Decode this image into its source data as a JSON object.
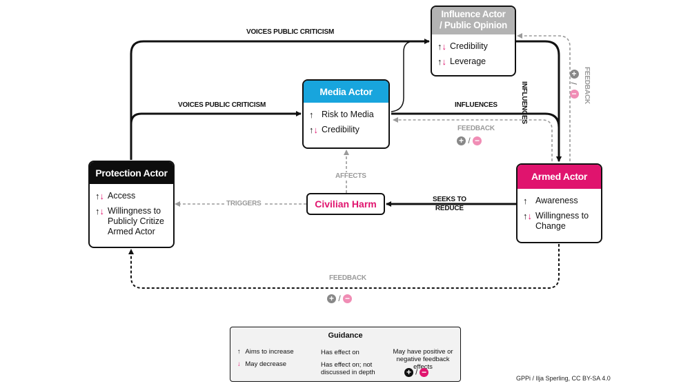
{
  "nodes": {
    "influence": {
      "title": "Influence Actor / Public Opinion",
      "items": [
        {
          "arrows": "both",
          "label": "Credibility"
        },
        {
          "arrows": "both",
          "label": "Leverage"
        }
      ]
    },
    "media": {
      "title": "Media Actor",
      "items": [
        {
          "arrows": "up",
          "label": "Risk to Media"
        },
        {
          "arrows": "both",
          "label": "Credibility"
        }
      ]
    },
    "protection": {
      "title": "Protection Actor",
      "items": [
        {
          "arrows": "both",
          "label": "Access"
        },
        {
          "arrows": "both",
          "label": "Willingness to\nPublicly Critize\nArmed Actor"
        }
      ]
    },
    "armed": {
      "title": "Armed Actor",
      "items": [
        {
          "arrows": "up",
          "label": "Awareness"
        },
        {
          "arrows": "both",
          "label": "Willingness to\nChange"
        }
      ]
    },
    "harm": {
      "title": "Civilian Harm"
    }
  },
  "edges": {
    "voices_top": "VOICES PUBLIC CRITICISM",
    "voices_mid": "VOICES PUBLIC CRITICISM",
    "influences_mid": "INFLUENCES",
    "influences_vert": "INFLUENCES",
    "feedback_right": "FEEDBACK",
    "feedback_mid": "FEEDBACK",
    "feedback_bottom": "FEEDBACK",
    "affects": "AFFECTS",
    "triggers": "TRIGGERS",
    "seeks_line1": "SEEKS TO",
    "seeks_line2": "REDUCE"
  },
  "legend": {
    "title": "Guidance",
    "aims": "Aims to increase",
    "may_decrease": "May decrease",
    "has_effect": "Has effect on",
    "has_effect_dashed": "Has effect on; not\ndiscussed in depth",
    "feedback_note": "May have positive or\nnegative feedback effects"
  },
  "credit": "GPPi / Ilja Sperling, CC BY-SA 4.0",
  "colors": {
    "influence_head": "#b3b3b3",
    "media_head": "#18a5dd",
    "protection_head": "#0d0d0d",
    "armed_head": "#e0146e",
    "harm_text": "#e0146e",
    "gray_line": "#9a9a9a"
  }
}
